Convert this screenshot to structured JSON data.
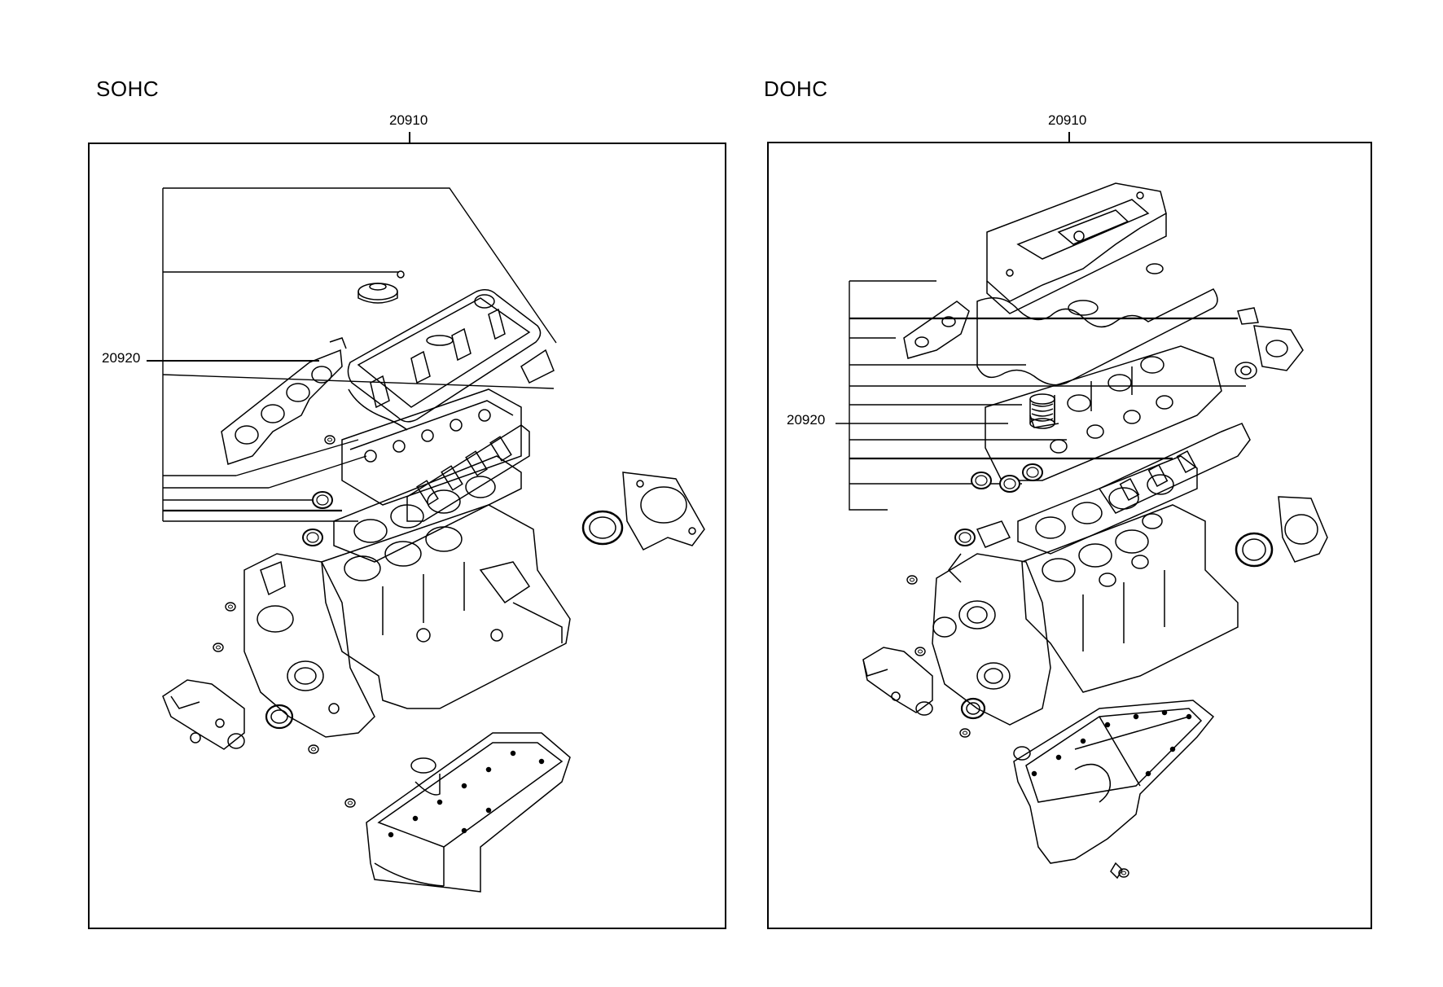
{
  "panels": [
    {
      "id": "sohc",
      "title": "SOHC",
      "assembly_number": "20910",
      "sub_assembly_number": "20920"
    },
    {
      "id": "dohc",
      "title": "DOHC",
      "assembly_number": "20910",
      "sub_assembly_number": "20920"
    }
  ]
}
